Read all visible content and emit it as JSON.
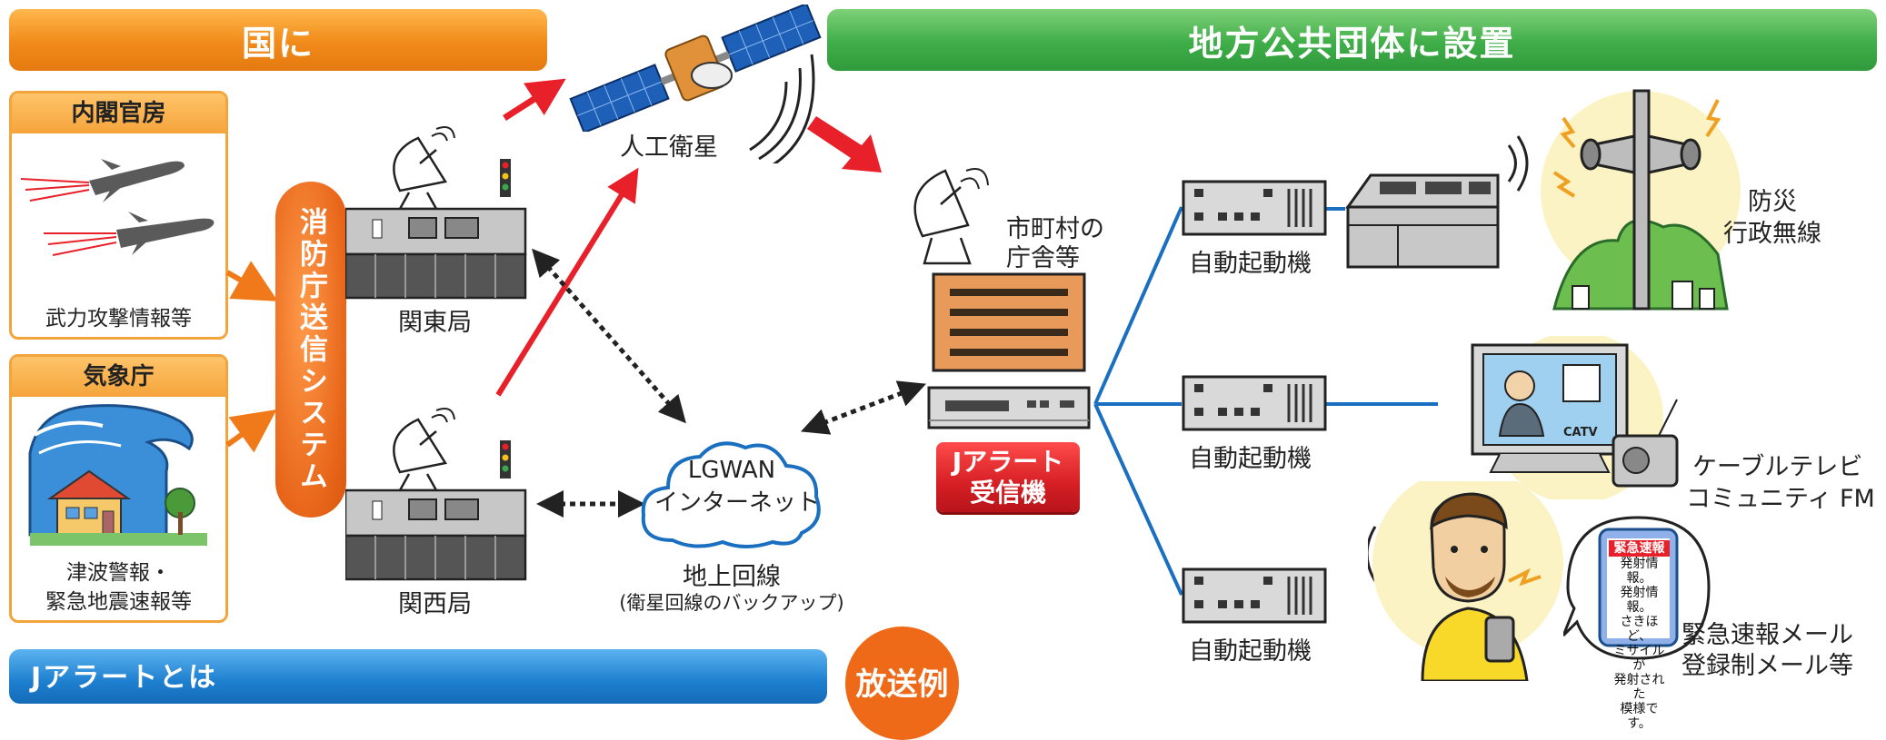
{
  "banners": {
    "national": "国に",
    "local": "地方公共団体に設置",
    "about": "Jアラートとは",
    "example": "放送例"
  },
  "sources": [
    {
      "name": "内閣官房",
      "caption": "武力攻撃情報等"
    },
    {
      "name": "気象庁",
      "caption_lines": [
        "津波警報・",
        "緊急地震速報等"
      ]
    }
  ],
  "fdma_system": "消防庁送信システム",
  "stations": {
    "kanto": "関東局",
    "kansai": "関西局"
  },
  "satellite": "人工衛星",
  "network": {
    "cloud_line1": "LGWAN",
    "cloud_line2": "インターネット",
    "ground_line": "地上回線",
    "backup": "(衛星回線のバックアップ)"
  },
  "municipality": {
    "line1": "市町村の",
    "line2": "庁舎等"
  },
  "receiver": {
    "line1": "Jアラート",
    "line2": "受信機"
  },
  "auto_start": [
    "自動起動機",
    "自動起動機",
    "自動起動機"
  ],
  "outputs": {
    "bousai_line1": "防災",
    "bousai_line2": "行政無線",
    "catv_line1": "ケーブルテレビ",
    "catv_line2": "コミュニティ FM",
    "tv_label": "CATV",
    "mail_line1": "緊急速報メール",
    "mail_line2": "登録制メール等",
    "phone_title": "緊急速報",
    "phone_lines": [
      "発射情報。",
      "発射情報。",
      "さきほど、",
      "ミサイルが",
      "発射された",
      "模様です。"
    ]
  },
  "colors": {
    "orange_banner": "#f08a1a",
    "green_banner": "#3fae48",
    "blue_banner": "#1e7fcf",
    "red_arrow": "#e8202a",
    "blue_line": "#1a6fc0",
    "receiver_red": "#d51f24"
  }
}
